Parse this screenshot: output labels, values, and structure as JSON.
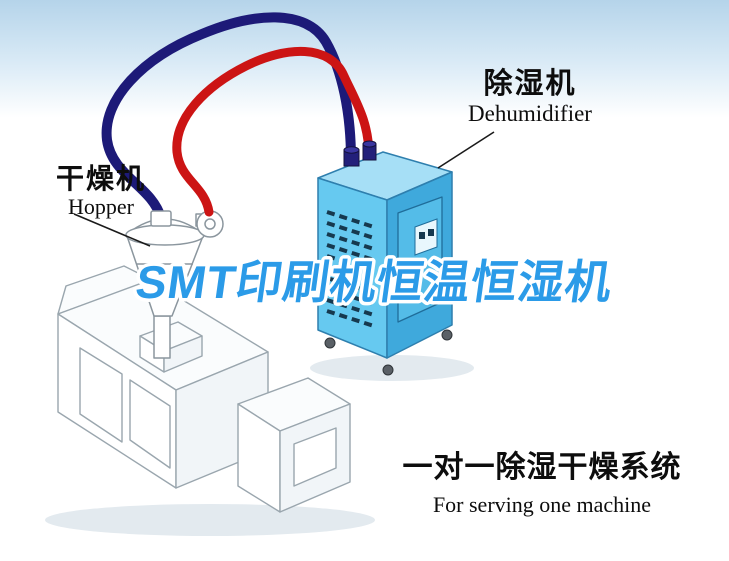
{
  "watermark": {
    "text": "SMT印刷机恒温恒湿机"
  },
  "callouts": {
    "dehumidifier": {
      "cn": "除湿机",
      "en": "Dehumidifier"
    },
    "hopper": {
      "cn": "干燥机",
      "en": "Hopper"
    }
  },
  "caption": {
    "cn": "一对一除湿干燥系统",
    "en": "For serving one machine"
  },
  "colors": {
    "sky_top": "#b5d4ea",
    "watermark_blue": "#2b9be8",
    "pipe_red": "#cc1414",
    "pipe_blue": "#1d1a78",
    "machine_blue_top": "#a6dff6",
    "machine_blue_front": "#66c9f0",
    "machine_blue_side": "#3fa9dc"
  }
}
